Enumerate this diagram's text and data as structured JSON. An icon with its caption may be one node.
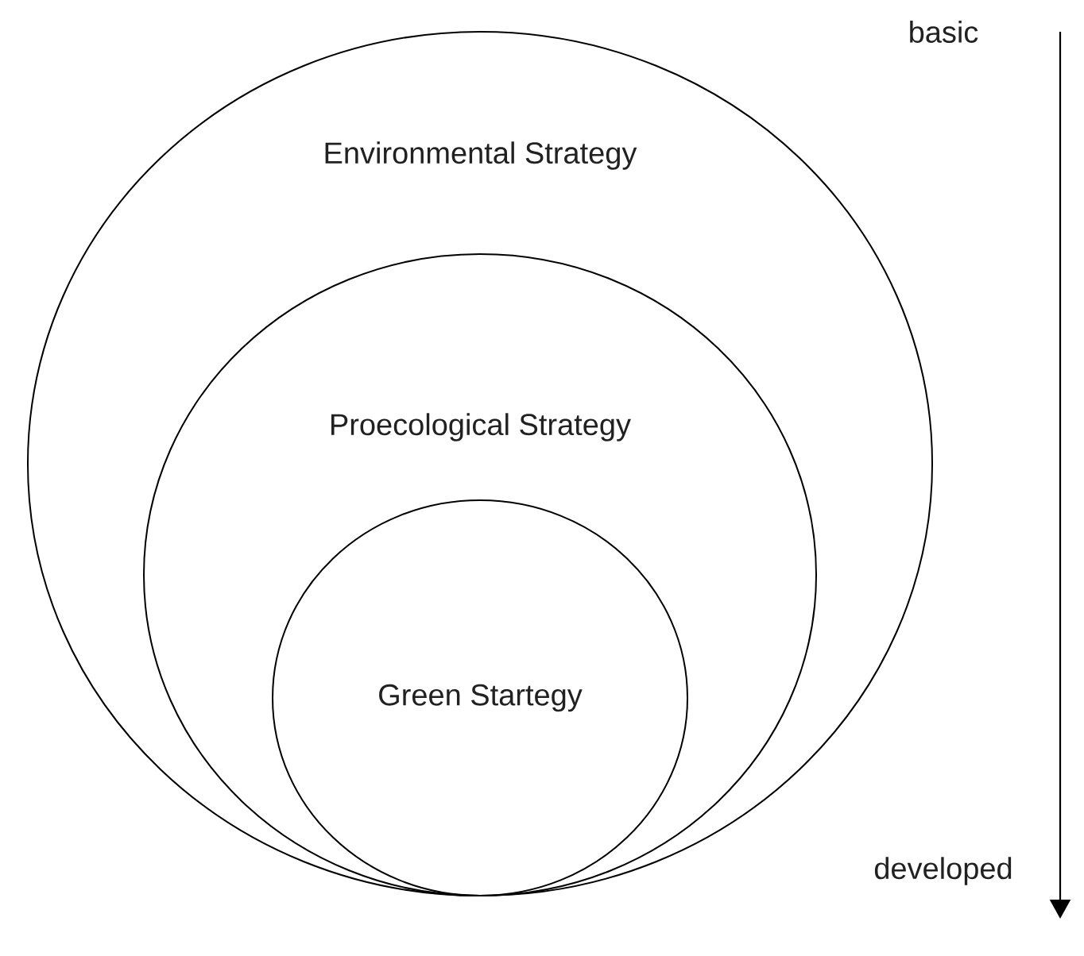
{
  "diagram": {
    "nodes": [
      {
        "text": [
          "Environmental Strategy"
        ]
      },
      {
        "text": [
          "Proecological Strategy"
        ],
        "in": 0
      },
      {
        "text": [
          "Green Startegy"
        ],
        "in": 1
      }
    ],
    "labels": [
      "basic",
      "developed"
    ]
  }
}
